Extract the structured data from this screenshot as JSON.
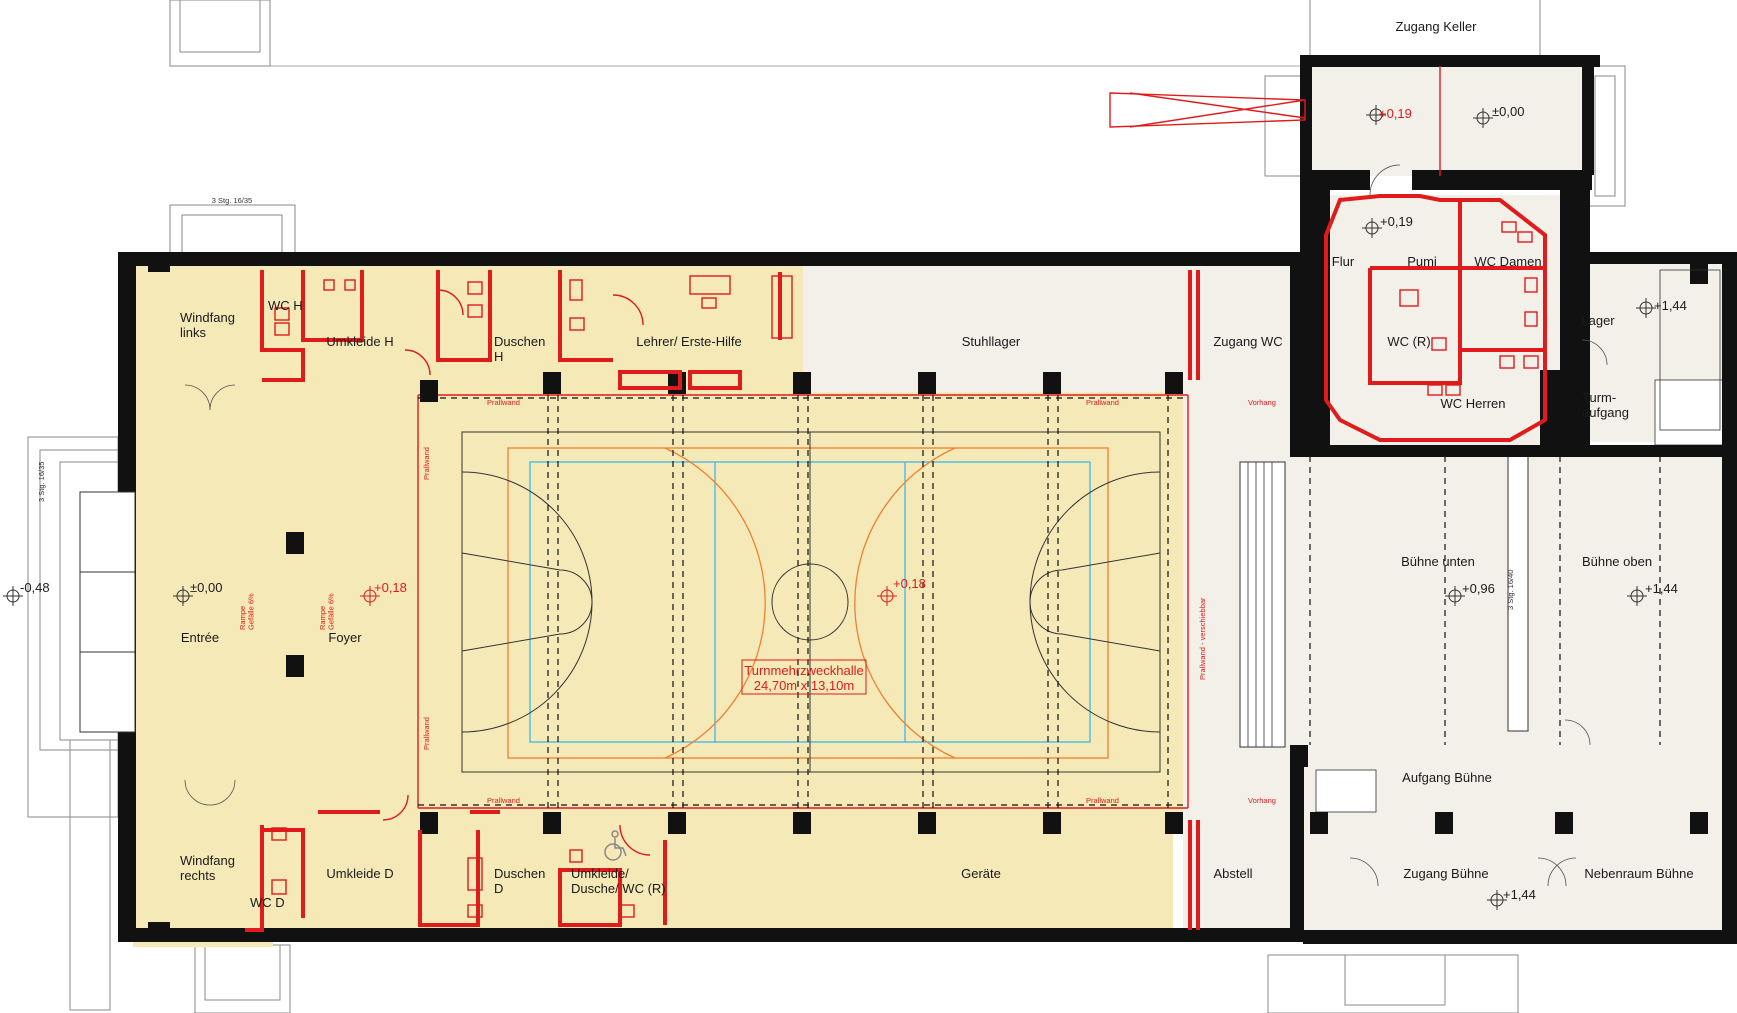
{
  "rooms": {
    "zugang_keller": "Zugang Keller",
    "windfang_links": "Windfang\nlinks",
    "wc_h": "WC H",
    "umkleide_h": "Umkleide H",
    "duschen_h": "Duschen\nH",
    "lehrer": "Lehrer/ Erste-Hilfe",
    "stuhllager": "Stuhllager",
    "zugang_wc": "Zugang WC",
    "flur": "Flur",
    "pumi": "Pumi",
    "wc_damen": "WC Damen",
    "wc_r": "WC (R)",
    "wc_herren": "WC Herren",
    "lager": "Lager",
    "turmaufgang": "Turm-\naufgang",
    "entree": "Entrée",
    "foyer": "Foyer",
    "halle": "Turnmehrzweckhalle\n24,70m x 13,10m",
    "buehne_unten": "Bühne unten",
    "buehne_oben": "Bühne oben",
    "aufgang_buehne": "Aufgang Bühne",
    "windfang_rechts": "Windfang\nrechts",
    "wc_d": "WC D",
    "umkleide_d": "Umkleide D",
    "duschen_d": "Duschen\nD",
    "umkleide_r": "Umkleide/\nDusche/ WC (R)",
    "geraete": "Geräte",
    "abstell": "Abstell",
    "zugang_buehne": "Zugang Bühne",
    "nebenraum_buehne": "Nebenraum Bühne"
  },
  "levels": {
    "keller_left": "+0,19",
    "keller_right": "±0,00",
    "flur": "+0,19",
    "lager": "+1,44",
    "outside": "-0,48",
    "entree": "±0,00",
    "foyer": "+0,18",
    "halle": "+0,18",
    "buehne_unten": "+0,96",
    "buehne_oben": "+1,44",
    "zugang_buehne": "+1,44"
  },
  "annotations": {
    "stair_top": "3 Stg. 16/35",
    "stair_left": "3 Stg. 16/35",
    "stair_stage": "3 Stg. 16/40",
    "rampe": "Rampe\nGefälle 6%",
    "prallwand": "Prallwand",
    "prallwand_v": "Prallwand - verschiebbar",
    "vorhang": "Vorhang"
  },
  "colors": {
    "room_fill": "#f5e9b7",
    "room_pale": "#f3efe9",
    "wall": "#111111",
    "new_wall": "#e01b1b",
    "court_orange": "#f08030",
    "court_blue": "#3fb8e6"
  }
}
